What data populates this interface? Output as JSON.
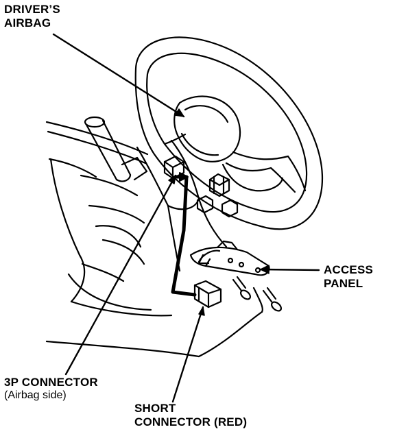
{
  "labels": {
    "drivers_airbag_line1": "DRIVER’S",
    "drivers_airbag_line2": "AIRBAG",
    "access_panel_line1": "ACCESS",
    "access_panel_line2": "PANEL",
    "connector_3p_line1": "3P CONNECTOR",
    "connector_3p_line2": "(Airbag side)",
    "short_connector_line1": "SHORT",
    "short_connector_line2": "CONNECTOR (RED)"
  },
  "colors": {
    "ink": "#000000",
    "paper": "#ffffff"
  }
}
